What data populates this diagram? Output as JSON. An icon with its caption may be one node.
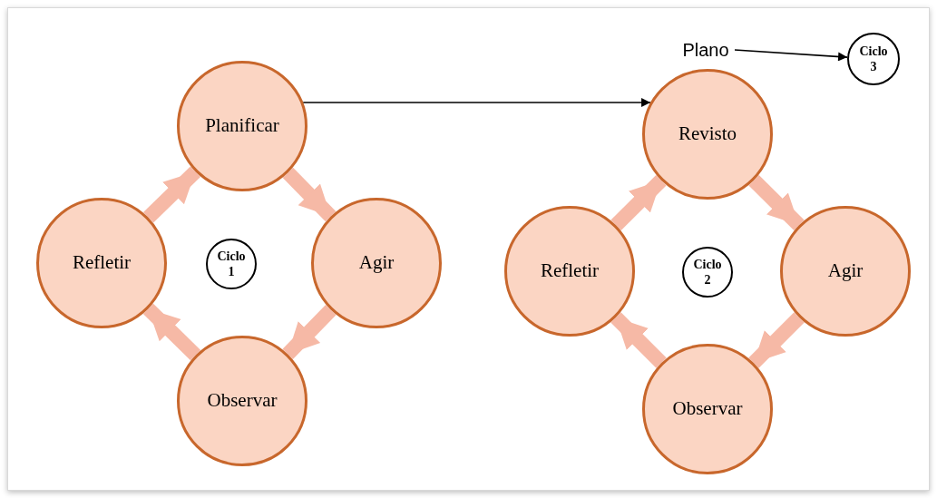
{
  "diagram": {
    "nodes": [
      {
        "text": [
          "Planificar"
        ]
      },
      {
        "text": [
          "Agir"
        ]
      },
      {
        "text": [
          "Observar"
        ]
      },
      {
        "text": [
          "Refletir"
        ]
      },
      {
        "text": [
          "Ciclo 1"
        ]
      },
      {
        "text": [
          "Plano"
        ]
      },
      {
        "text": [
          "Ciclo 3"
        ]
      },
      {
        "text": [
          "Revisto"
        ]
      },
      {
        "text": [
          "Agir"
        ]
      },
      {
        "text": [
          "Observar"
        ]
      },
      {
        "text": [
          "Refletir"
        ]
      },
      {
        "text": [
          "Ciclo 2"
        ]
      }
    ],
    "edges": [
      {
        "from": 0,
        "to": 1,
        "arrow": "to"
      },
      {
        "from": 1,
        "to": 2,
        "arrow": "to"
      },
      {
        "from": 2,
        "to": 3,
        "arrow": "to"
      },
      {
        "from": 3,
        "to": 0,
        "arrow": "to"
      },
      {
        "from": 0,
        "to": 7,
        "arrow": "to",
        "color": "#000000"
      },
      {
        "from": 5,
        "to": 6,
        "arrow": "to",
        "color": "#000000"
      },
      {
        "from": 7,
        "to": 8,
        "arrow": "to"
      },
      {
        "from": 8,
        "to": 9,
        "arrow": "to"
      },
      {
        "from": 9,
        "to": 10,
        "arrow": "to"
      },
      {
        "from": 10,
        "to": 7,
        "arrow": "to"
      }
    ]
  }
}
